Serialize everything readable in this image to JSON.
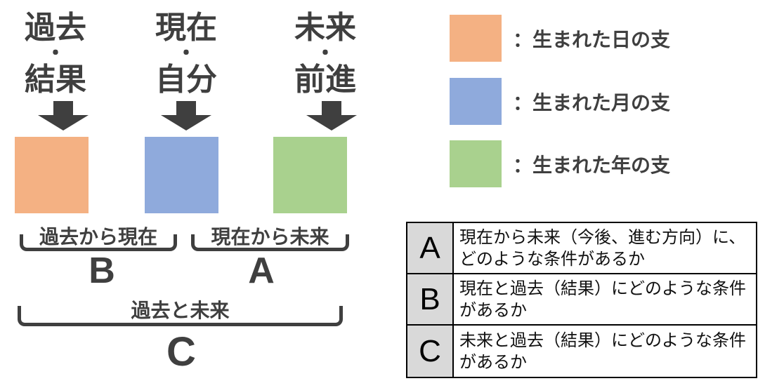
{
  "colors": {
    "day": "#F4B183",
    "month": "#8FAADC",
    "year": "#A9D18E",
    "ink": "#3F3F3F",
    "table_key_bg": "#D9D9D9",
    "table_border": "#000000"
  },
  "columns": [
    {
      "top": "過去",
      "dot": "・",
      "bottom": "結果"
    },
    {
      "top": "現在",
      "dot": "・",
      "bottom": "自分"
    },
    {
      "top": "未来",
      "dot": "・",
      "bottom": "前進"
    }
  ],
  "spans": [
    {
      "letter": "B",
      "label": "過去から現在"
    },
    {
      "letter": "A",
      "label": "現在から未来"
    },
    {
      "letter": "C",
      "label": "過去と未来"
    }
  ],
  "legend": {
    "items": [
      {
        "color": "#F4B183",
        "label": "：生まれた日の支"
      },
      {
        "color": "#8FAADC",
        "label": "：生まれた月の支"
      },
      {
        "color": "#A9D18E",
        "label": "：生まれた年の支"
      }
    ]
  },
  "table": {
    "rows": [
      {
        "key": "A",
        "desc": "現在から未来（今後、進む方向）に、どのような条件があるか"
      },
      {
        "key": "B",
        "desc": "現在と過去（結果）にどのような条件があるか"
      },
      {
        "key": "C",
        "desc": "未来と過去（結果）にどのような条件があるか"
      }
    ]
  }
}
